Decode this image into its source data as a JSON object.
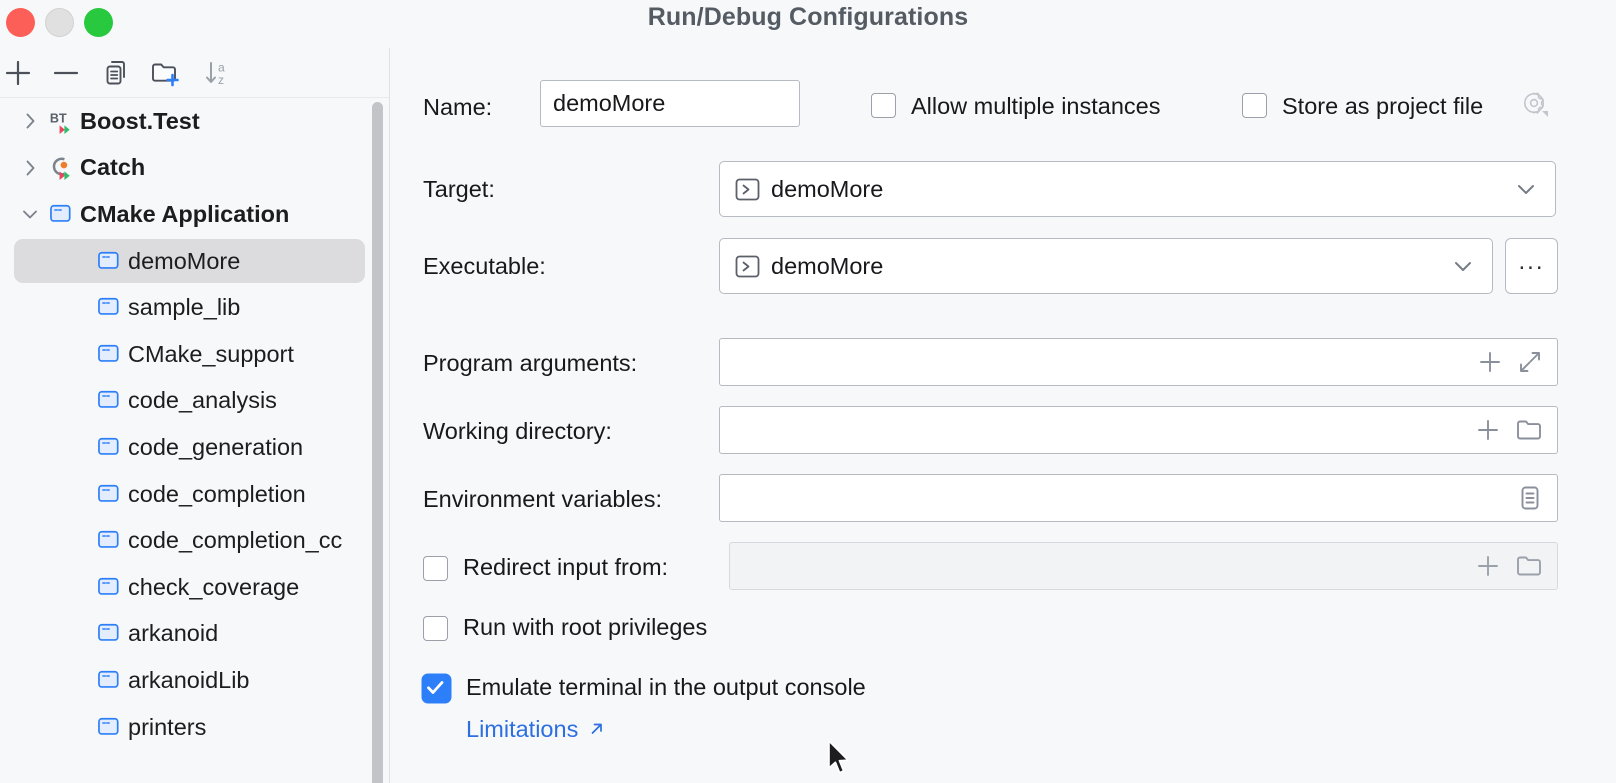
{
  "window": {
    "title": "Run/Debug Configurations",
    "traffic_lights": [
      "close-button",
      "minimize-button",
      "maximize-button"
    ],
    "colors": {
      "accent": "#2d7ff9",
      "link": "#2d6fe0",
      "selection": "#dcdcdf",
      "background": "#f7f8fa"
    }
  },
  "sidebar": {
    "toolbar": [
      {
        "name": "add-configuration-button",
        "icon": "plus-icon"
      },
      {
        "name": "remove-configuration-button",
        "icon": "minus-icon"
      },
      {
        "name": "copy-configuration-button",
        "icon": "copy-icon"
      },
      {
        "name": "new-folder-button",
        "icon": "folder-add-icon"
      },
      {
        "name": "sort-configurations-button",
        "icon": "sort-az-icon"
      }
    ],
    "tree": [
      {
        "label": "Boost.Test",
        "type": "group",
        "expanded": false,
        "icon": "boost-test-icon"
      },
      {
        "label": "Catch",
        "type": "group",
        "expanded": false,
        "icon": "catch-icon"
      },
      {
        "label": "CMake Application",
        "type": "group",
        "expanded": true,
        "icon": "cmake-app-icon"
      },
      {
        "label": "demoMore",
        "type": "leaf",
        "selected": true,
        "icon": "run-config-icon"
      },
      {
        "label": "sample_lib",
        "type": "leaf",
        "selected": false,
        "icon": "run-config-icon"
      },
      {
        "label": "CMake_support",
        "type": "leaf",
        "selected": false,
        "icon": "run-config-icon"
      },
      {
        "label": "code_analysis",
        "type": "leaf",
        "selected": false,
        "icon": "run-config-icon"
      },
      {
        "label": "code_generation",
        "type": "leaf",
        "selected": false,
        "icon": "run-config-icon"
      },
      {
        "label": "code_completion",
        "type": "leaf",
        "selected": false,
        "icon": "run-config-icon"
      },
      {
        "label": "code_completion_cc",
        "type": "leaf",
        "selected": false,
        "icon": "run-config-icon"
      },
      {
        "label": "check_coverage",
        "type": "leaf",
        "selected": false,
        "icon": "run-config-icon"
      },
      {
        "label": "arkanoid",
        "type": "leaf",
        "selected": false,
        "icon": "run-config-icon"
      },
      {
        "label": "arkanoidLib",
        "type": "leaf",
        "selected": false,
        "icon": "run-config-icon"
      },
      {
        "label": "printers",
        "type": "leaf",
        "selected": false,
        "icon": "run-config-icon"
      }
    ]
  },
  "form": {
    "name": {
      "label": "Name:",
      "value": "demoMore"
    },
    "allow_multiple_instances": {
      "label": "Allow multiple instances",
      "checked": false
    },
    "store_as_project_file": {
      "label": "Store as project file",
      "checked": false,
      "gear": "gear-icon"
    },
    "target": {
      "label": "Target:",
      "value": "demoMore"
    },
    "executable": {
      "label": "Executable:",
      "value": "demoMore",
      "browse_label": "..."
    },
    "program_arguments": {
      "label": "Program arguments:",
      "value": ""
    },
    "working_directory": {
      "label": "Working directory:",
      "value": ""
    },
    "environment_variables": {
      "label": "Environment variables:",
      "value": ""
    },
    "redirect_input_from": {
      "label": "Redirect input from:",
      "checked": false,
      "value": ""
    },
    "run_with_root_privileges": {
      "label": "Run with root privileges",
      "checked": false
    },
    "emulate_terminal": {
      "label": "Emulate terminal in the output console",
      "checked": true
    },
    "limitations_link": {
      "label": "Limitations",
      "icon": "external-link-icon"
    }
  }
}
